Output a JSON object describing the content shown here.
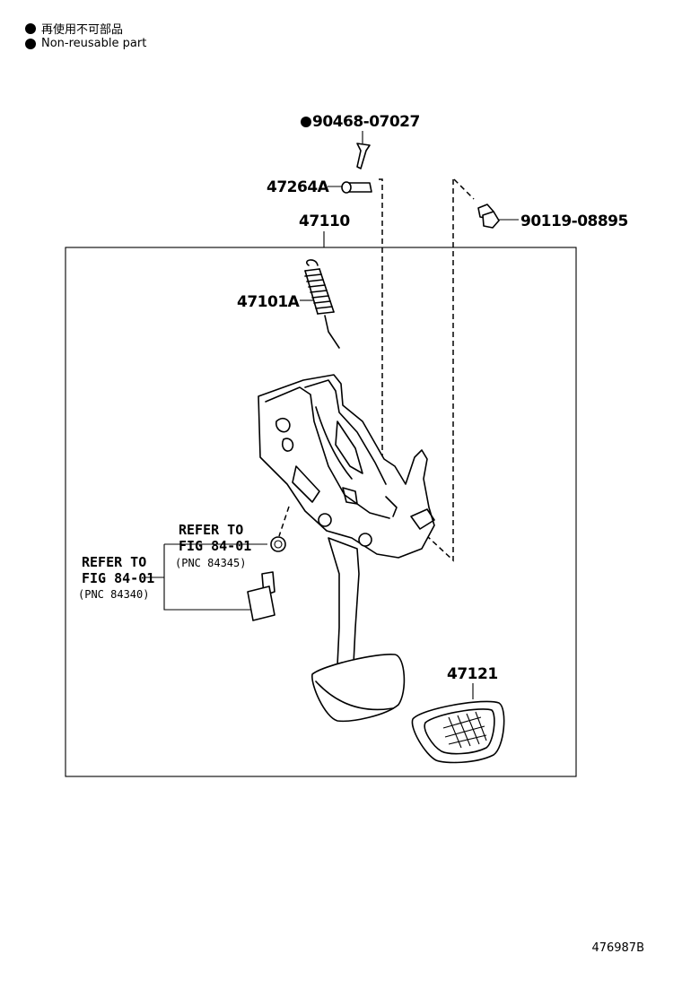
{
  "legend": {
    "japanese": "再使用不可部品",
    "english": "Non-reusable part"
  },
  "parts": {
    "p1": "90468-07027",
    "p2": "47264A",
    "p3": "47110",
    "p4": "90119-08895",
    "p5": "47101A",
    "p6": "47121"
  },
  "refs": {
    "upper": {
      "line1": "REFER TO",
      "line2": "FIG 84-01",
      "pnc": "(PNC 84345)"
    },
    "lower": {
      "line1": "REFER TO",
      "line2": "FIG 84-01",
      "pnc": "(PNC 84340)"
    }
  },
  "diagram_code": "476987B"
}
